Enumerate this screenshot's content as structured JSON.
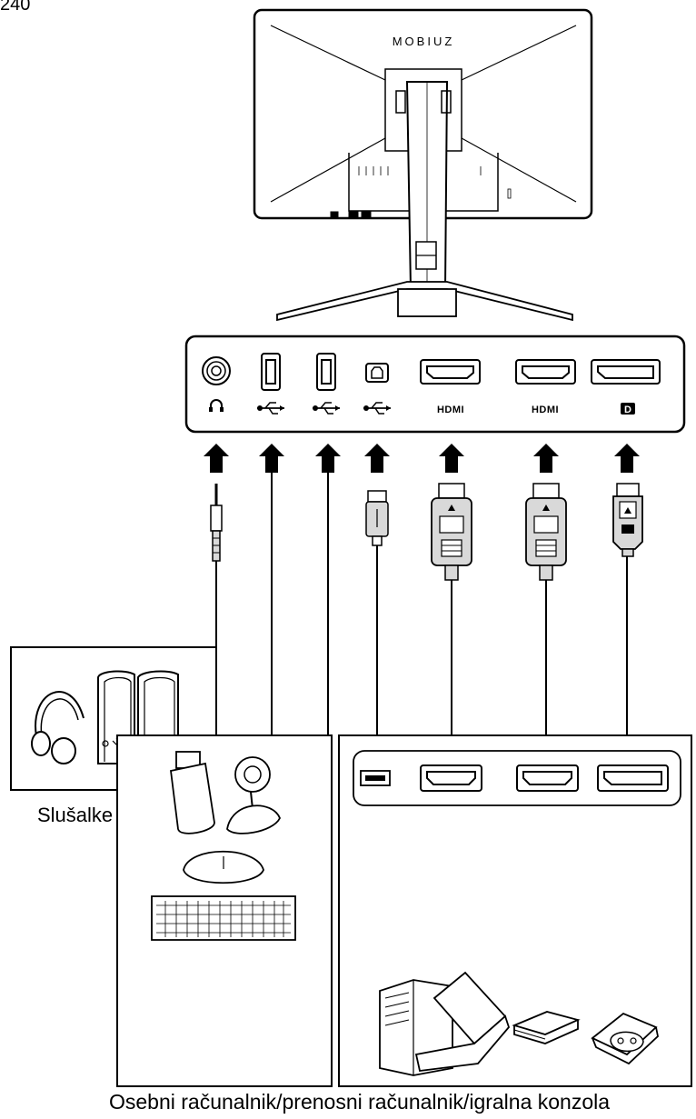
{
  "page_number": "240",
  "monitor": {
    "logo": "MOBIUZ"
  },
  "ports": [
    {
      "name": "audio-jack",
      "icon": "headphone-icon"
    },
    {
      "name": "usb-a-1",
      "icon": "usb-icon"
    },
    {
      "name": "usb-a-2",
      "icon": "usb-icon"
    },
    {
      "name": "usb-b",
      "icon": "usb-icon"
    },
    {
      "name": "hdmi-1",
      "icon_text": "HDMI"
    },
    {
      "name": "hdmi-2",
      "icon_text": "HDMI"
    },
    {
      "name": "displayport",
      "icon_text": "D"
    }
  ],
  "captions": {
    "headphones": "Slušalke",
    "computer": "Osebni računalnik/prenosni računalnik/igralna konzola"
  },
  "colors": {
    "line": "#000000",
    "connector_fill": "#d9d9d9",
    "background": "#ffffff"
  }
}
